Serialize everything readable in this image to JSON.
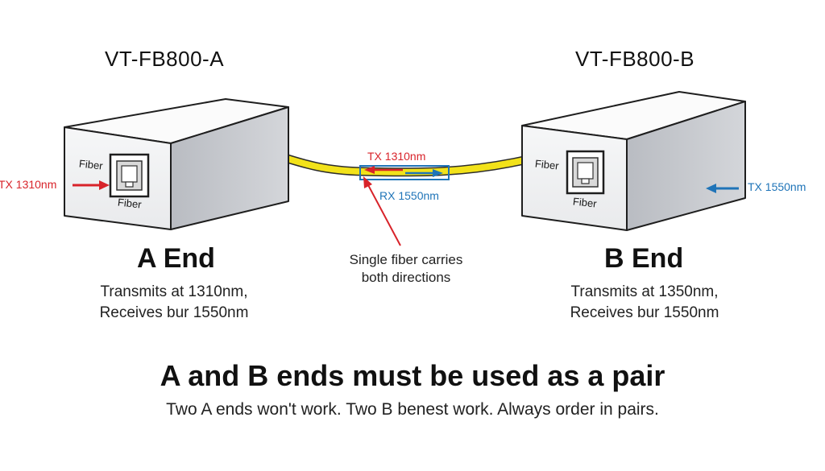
{
  "device_a": {
    "model": "VT-FB800-A",
    "port_label_top": "Fiber",
    "port_label_bottom": "Fiber",
    "input_label": "TX 1310nm",
    "end_title": "A End",
    "desc_line1": "Transmits at 1310nm,",
    "desc_line2": "Receives bur 1550nm"
  },
  "device_b": {
    "model": "VT-FB800-B",
    "port_label_top": "Fiber",
    "port_label_bottom": "Fiber",
    "input_label": "TX 1550nm",
    "end_title": "B End",
    "desc_line1": "Transmits at 1350nm,",
    "desc_line2": "Receives bur 1550nm"
  },
  "fiber": {
    "tx_label": "TX 1310nm",
    "rx_label": "RX 1550nm",
    "note_line1": "Single fiber carries",
    "note_line2": "both directions"
  },
  "footer": {
    "title": "A and B ends must be used as a pair",
    "subtitle": "Two A ends won't work. Two B benest work. Always order in pairs."
  },
  "colors": {
    "fiber_cable": "#f2e21a",
    "tx_red": "#d8232a",
    "rx_blue": "#1f74b8",
    "box_front": "#f3f4f6",
    "box_top": "#fafafa",
    "box_side": "#c9cbd0"
  },
  "icons": [
    "ethernet-port-icon",
    "fiber-cable",
    "arrow-icon"
  ]
}
